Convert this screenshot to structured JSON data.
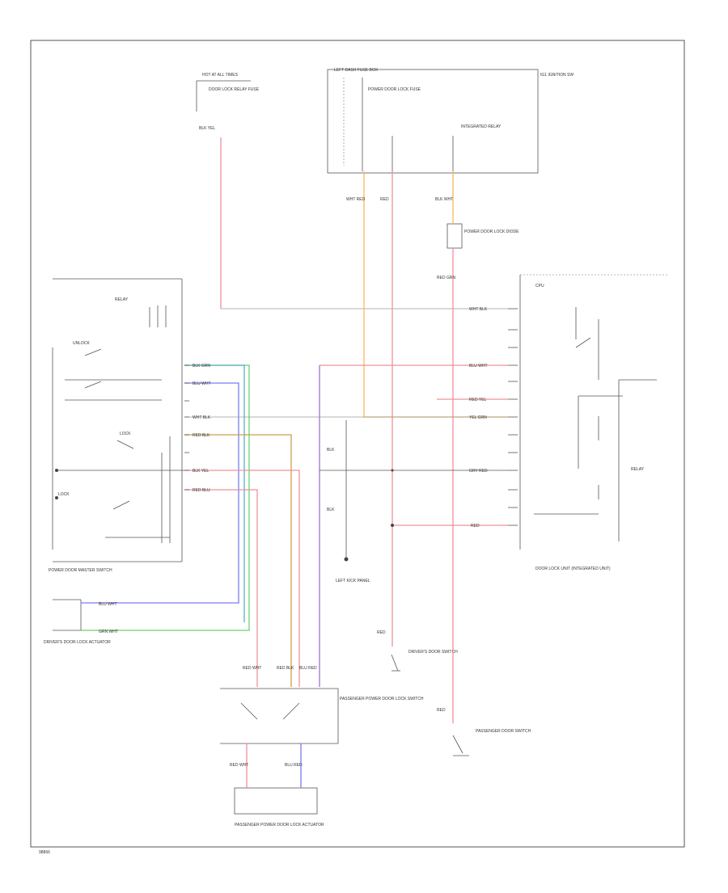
{
  "diagram": {
    "footer_code": "98866",
    "colors": {
      "red": "#f0909a",
      "orange": "#f7b85a",
      "blue": "#7b7bf0",
      "green": "#6fcf6f",
      "teal": "#56b0c0",
      "purple": "#a070d8",
      "brown": "#c8a050"
    },
    "components": {
      "hot_at_all_times": {
        "title": "HOT AT ALL TIMES",
        "text": "DOOR LOCK RELAY FUSE"
      },
      "left_dash_fuse_box": {
        "title": "LEFT DASH FUSE BOX",
        "fuse_text": "POWER DOOR LOCK FUSE",
        "extra": "IG1 IGNITION SW",
        "relay": "INTEGRATED RELAY"
      },
      "power_door_lock_diode": {
        "text": "POWER DOOR LOCK DIODE"
      },
      "master_switch": {
        "title": "POWER DOOR MASTER SWITCH",
        "relay_label": "RELAY",
        "unlock_label": "UNLOCK",
        "lock_label": "LOCK",
        "switch_label": "LOCK"
      },
      "driver_actuator": {
        "title": "DRIVER'S DOOR LOCK ACTUATOR"
      },
      "passenger_switch": {
        "title": "PASSENGER POWER DOOR LOCK SWITCH"
      },
      "passenger_actuator": {
        "title": "PASSENGER POWER DOOR LOCK ACTUATOR"
      },
      "integrated_unit": {
        "title": "DOOR LOCK UNIT (INTEGRATED UNIT)",
        "header": "CPU",
        "relay_label": "RELAY"
      },
      "ground": {
        "text": "LEFT KICK PANEL"
      },
      "driver_door_switch": {
        "text": "DRIVER'S DOOR SWITCH"
      },
      "passenger_door_switch": {
        "text": "PASSENGER DOOR SWITCH"
      }
    },
    "wire_labels": {
      "blk_yel_top": "BLK YEL",
      "wht_red": "WHT RED",
      "blk_wht": "BLK WHT",
      "red": "RED",
      "red_grn": "RED GRN",
      "blu_wht": "BLU WHT",
      "yel_grn": "YEL GRN",
      "red_yel": "RED YEL",
      "red_blk": "RED BLK",
      "wht_blk": "WHT BLK",
      "blk_yel": "BLK YEL",
      "gry_red": "GRY RED",
      "red_blu": "RED BLU",
      "blk": "BLK",
      "blk_grn": "BLK GRN",
      "grn_wht": "GRN WHT",
      "red_wht": "RED WHT",
      "blu_red": "BLU RED"
    }
  }
}
